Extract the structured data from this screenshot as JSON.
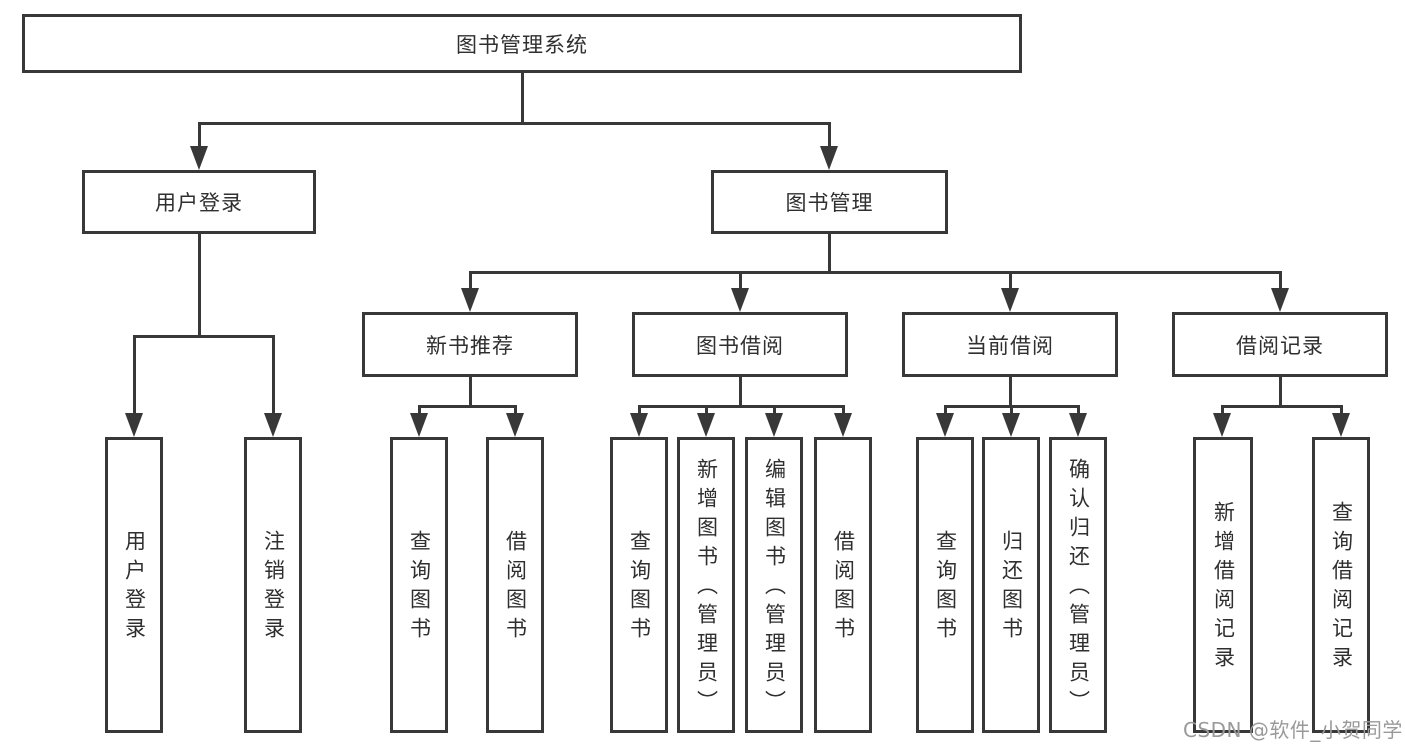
{
  "tree": {
    "label": "图书管理系统",
    "children": [
      {
        "label": "用户登录",
        "children": [
          {
            "label": "用户登录"
          },
          {
            "label": "注销登录"
          }
        ]
      },
      {
        "label": "图书管理",
        "children": [
          {
            "label": "新书推荐",
            "children": [
              {
                "label": "查询图书"
              },
              {
                "label": "借阅图书"
              }
            ]
          },
          {
            "label": "图书借阅",
            "children": [
              {
                "label": "查询图书"
              },
              {
                "label": "新增图书（管理员）"
              },
              {
                "label": "编辑图书（管理员）"
              },
              {
                "label": "借阅图书"
              }
            ]
          },
          {
            "label": "当前借阅",
            "children": [
              {
                "label": "查询图书"
              },
              {
                "label": "归还图书"
              },
              {
                "label": "确认归还（管理员）"
              }
            ]
          },
          {
            "label": "借阅记录",
            "children": [
              {
                "label": "新增借阅记录"
              },
              {
                "label": "查询借阅记录"
              }
            ]
          }
        ]
      }
    ]
  },
  "watermark": {
    "text": "CSDN @软件_小贺同学",
    "color": "#9a9a9a"
  },
  "colors": {
    "line": "#383838",
    "background": "#ffffff"
  }
}
